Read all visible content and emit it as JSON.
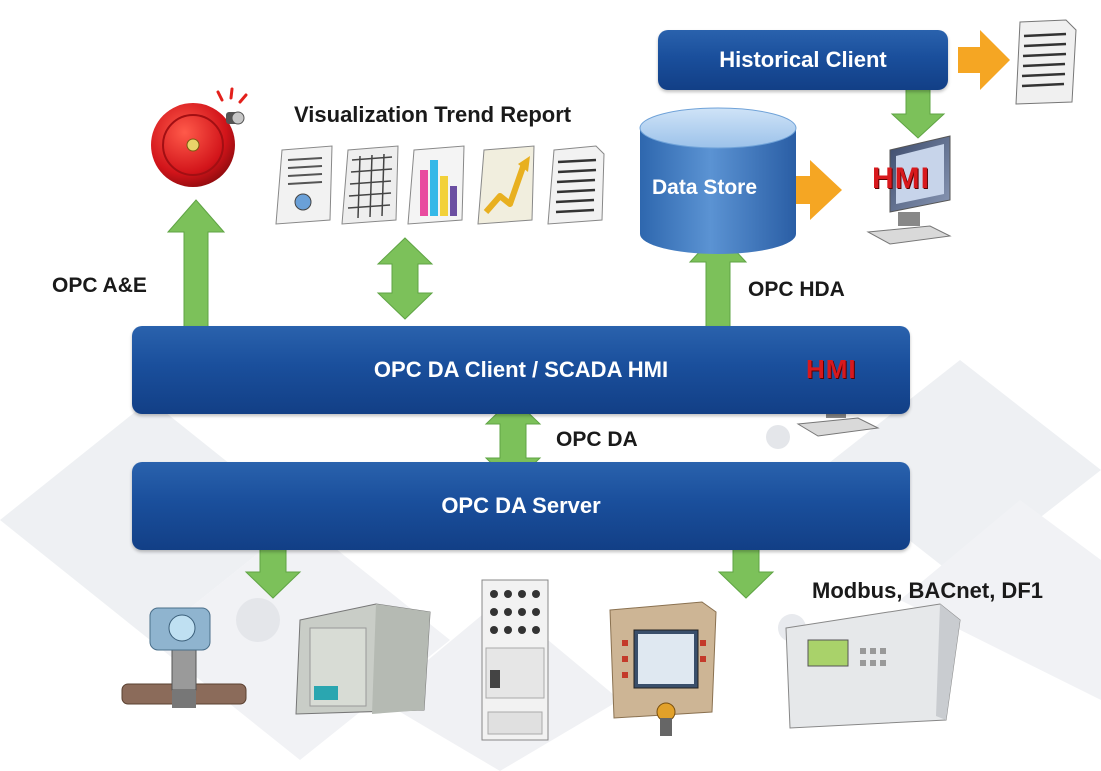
{
  "labels": {
    "historical_client": "Historical Client",
    "visualization": "Visualization Trend Report",
    "data_store": "Data Store",
    "opc_ae": "OPC A&E",
    "opc_hda": "OPC HDA",
    "da_client": "OPC DA Client / SCADA HMI",
    "opc_da": "OPC DA",
    "da_server": "OPC DA Server",
    "protocols": "Modbus, BACnet, DF1",
    "hmi_badge": "HMI"
  },
  "icons": {
    "alarm": "alarm-bell-icon",
    "reports": [
      "report-document-icon",
      "report-table-icon",
      "report-bar-chart-icon",
      "report-trend-chart-icon",
      "report-list-icon"
    ],
    "historical_output": "report-document-icon",
    "hmi": "hmi-monitor-icon",
    "devices": [
      "flow-meter",
      "plc-module",
      "circuit-breaker",
      "operator-panel",
      "analyzer-rack"
    ]
  },
  "colors": {
    "bar_blue": "#1a4f9c",
    "arrow_green": "#7cc15a",
    "arrow_orange": "#f5a623",
    "cylinder_blue": "#4f86c6",
    "hmi_red": "#d8191d"
  }
}
